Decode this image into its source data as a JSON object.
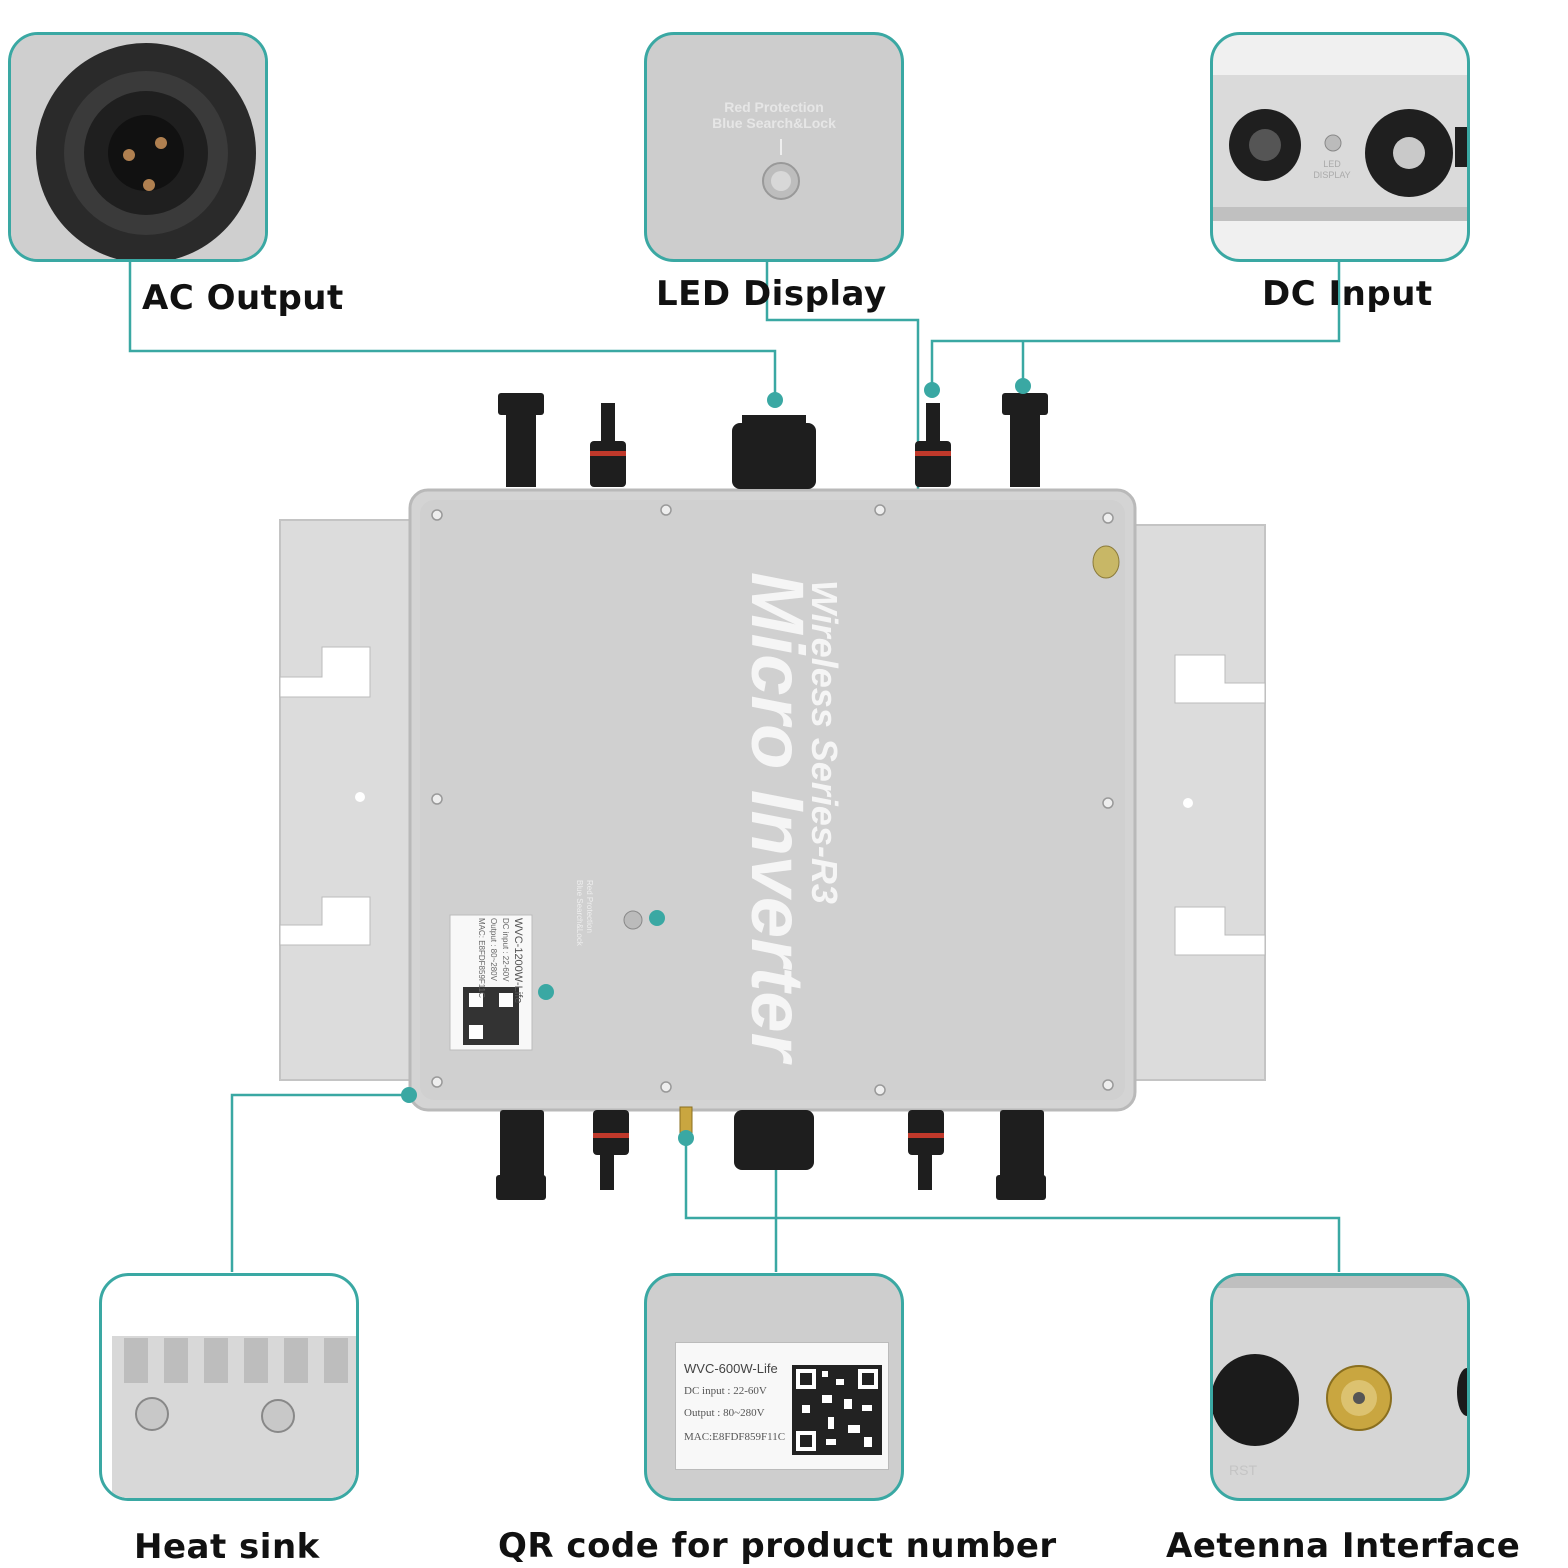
{
  "callouts": {
    "ac_output": {
      "label": "AC Output"
    },
    "led_display": {
      "label": "LED Display",
      "panel_line1": "Red Protection",
      "panel_line2": "Blue Search&Lock"
    },
    "dc_input": {
      "label": "DC Input",
      "led_text": "LED DISPLAY"
    },
    "heat_sink": {
      "label": "Heat sink"
    },
    "qr_code": {
      "label": "QR code for product number",
      "sticker": {
        "model": "WVC-600W-Life",
        "dc_input": "DC input : 22-60V",
        "output": "Output : 80~280V",
        "mac": "MAC:E8FDF859F11C"
      }
    },
    "antenna": {
      "label": "Aetenna Interface",
      "rst": "RST"
    }
  },
  "device": {
    "series": "Wireless Series-R3",
    "name": "Micro Inverter",
    "sticker_model": "WVC-1200W-Life",
    "sticker_lines": [
      "DC input : 22-60V",
      "Output : 80~280V",
      "MAC: E8FDF859F11C"
    ],
    "panel_text": [
      "Red Protection",
      "Blue Search&Lock"
    ]
  },
  "colors": {
    "accent": "#3aa8a3",
    "metal": "#d3d3d3",
    "connector": "#1e1e1e"
  }
}
